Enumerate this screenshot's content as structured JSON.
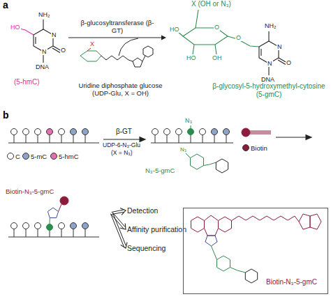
{
  "diagram": {
    "nodes": [
      {
        "text": [
          "(5-hmC)"
        ]
      },
      {
        "text": [
          "Uridine diphosphate glucose (UDP-Glu, X = OH)"
        ]
      },
      {
        "text": [
          "X (OH or N₃)",
          "β-glycosyl-5-hydroxymethyl-cytosine (5-gmC)"
        ]
      },
      {
        "text": [
          "N₃",
          "N₃-5-gmC"
        ]
      },
      {
        "text": [
          "Biotin-N₃-5-gmC"
        ]
      },
      {
        "text": [
          "Detection"
        ]
      },
      {
        "text": [
          "Affinity purification"
        ]
      },
      {
        "text": [
          "Sequencing"
        ]
      },
      {
        "text": [
          "Biotin-N₃-5-gmC"
        ]
      }
    ],
    "edges": [
      {
        "from": 0,
        "to": 2,
        "arrow": "to",
        "label": "β-glucosyltransferase (β-GT)"
      },
      {
        "from": 4,
        "to": 5,
        "arrow": "to"
      },
      {
        "from": 4,
        "to": 6,
        "arrow": "to"
      },
      {
        "from": 4,
        "to": 7,
        "arrow": "to"
      }
    ],
    "labels": [
      "a",
      "HO",
      "NH₂",
      "N",
      "O",
      "N",
      "DNA",
      "X",
      "HO",
      "HO",
      "OH",
      "O",
      "O",
      "NH₂",
      "N",
      "O",
      "N",
      "DNA",
      "b",
      "β-GT",
      "UDP-6-N₃-Glu",
      "(X = N₃)",
      "N₃"
    ],
    "legend": [
      {
        "text": "C",
        "color": "#ffffff"
      },
      {
        "text": "5-mC",
        "color": "#8ea3c8"
      },
      {
        "text": "5-hmC",
        "color": "#e46fb0"
      },
      {
        "text": "Biotin",
        "color": "#8b1c3c"
      }
    ]
  }
}
